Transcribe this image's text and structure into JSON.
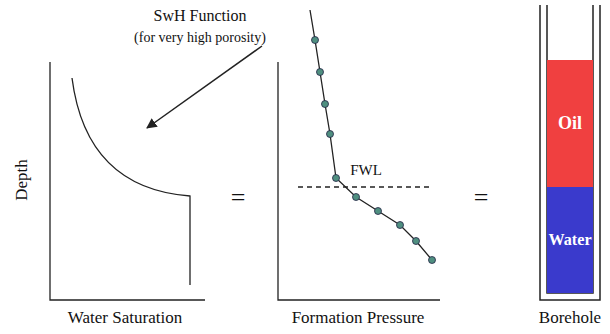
{
  "diagram": {
    "nodes": [
      {
        "text": [
          "Oil"
        ]
      },
      {
        "text": [
          "Water"
        ]
      }
    ],
    "labels": [
      "SwH Function",
      "(for very high porosity)",
      "Depth",
      "FWL",
      "=",
      "=",
      "Water Saturation",
      "Formation Pressure",
      "Borehole"
    ]
  }
}
